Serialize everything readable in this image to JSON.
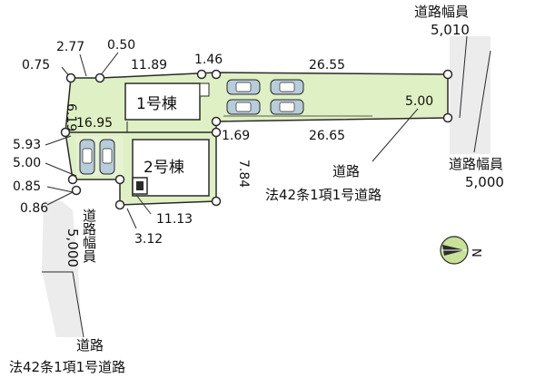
{
  "colors": {
    "lot_green": "#dff0c4",
    "road_gray": "#ececec",
    "line": "#2a2a2a",
    "node_fill": "#ffffff",
    "car_blue": "#b8ccda",
    "compass_green": "#c8e29a"
  },
  "buildings": {
    "b1": "1号棟",
    "b2": "2号棟"
  },
  "dimensions": {
    "d_2_77": "2.77",
    "d_0_50": "0.50",
    "d_0_75": "0.75",
    "d_11_89": "11.89",
    "d_1_46": "1.46",
    "d_26_55": "26.55",
    "d_6_19": "6.19",
    "d_16_95": "16.95",
    "d_5_00_right": "5.00",
    "d_1_69": "1.69",
    "d_26_65": "26.65",
    "d_5_93": "5.93",
    "d_5_00_left": "5.00",
    "d_0_85": "0.85",
    "d_0_86": "0.86",
    "d_7_84": "7.84",
    "d_11_13": "11.13",
    "d_3_12": "3.12"
  },
  "roads": {
    "top_right": {
      "title": "道路幅員",
      "value": "5,010"
    },
    "right": {
      "title": "道路幅員",
      "value": "5,000"
    },
    "center": {
      "line1": "道路",
      "line2": "法42条1項1号道路"
    },
    "left_vertical": {
      "title": "道路幅員",
      "value": "5,000"
    },
    "bottom": {
      "line1": "道路",
      "line2": "法42条1項1号道路"
    }
  },
  "compass": {
    "north": "N",
    "icon": "compass-icon"
  }
}
